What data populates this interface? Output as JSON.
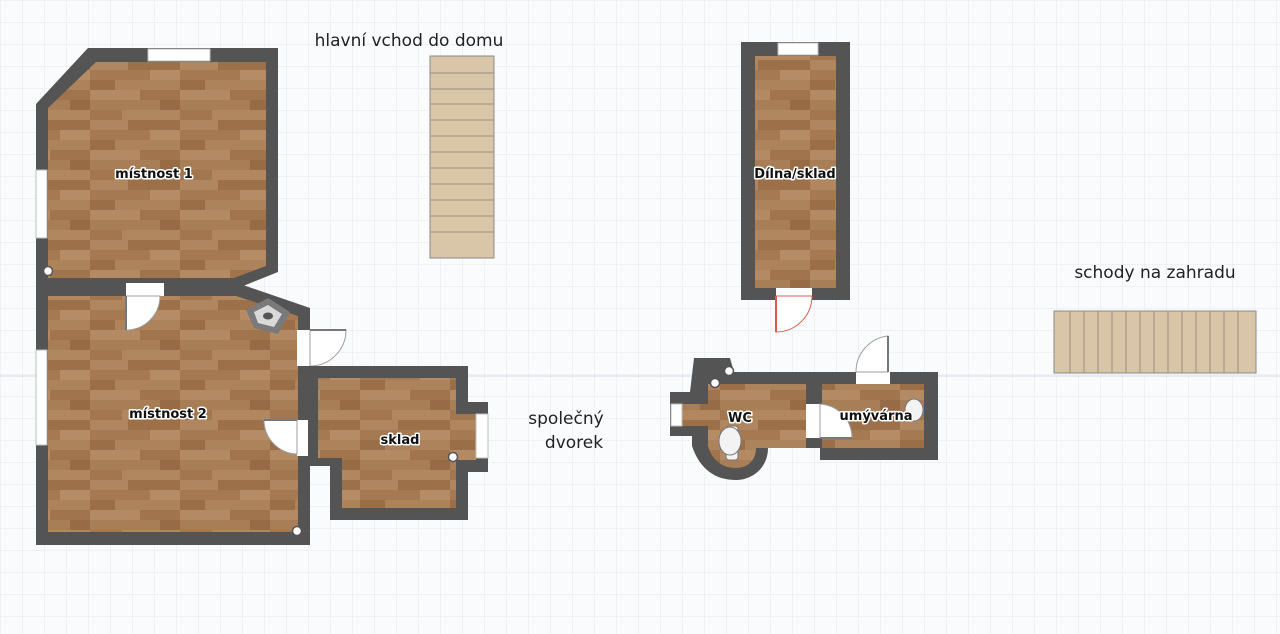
{
  "plan": {
    "annotations": {
      "main_entrance": "hlavní vchod do domu",
      "garden_stairs": "schody na zahradu",
      "courtyard_line1": "společný",
      "courtyard_line2": "dvorek"
    },
    "rooms": {
      "room1": "místnost 1",
      "room2": "místnost 2",
      "storage": "sklad",
      "workshop": "Dílna/sklad",
      "wc": "WC",
      "washroom": "umývárna"
    },
    "colors": {
      "background": "#fafbfd",
      "grid": "#dde2ea",
      "wall": "#545454",
      "wall_light": "#d6d6d6",
      "floor": "#a67b52",
      "stairs": "#d9c6a8",
      "door_open_red": "#e2584f"
    }
  }
}
